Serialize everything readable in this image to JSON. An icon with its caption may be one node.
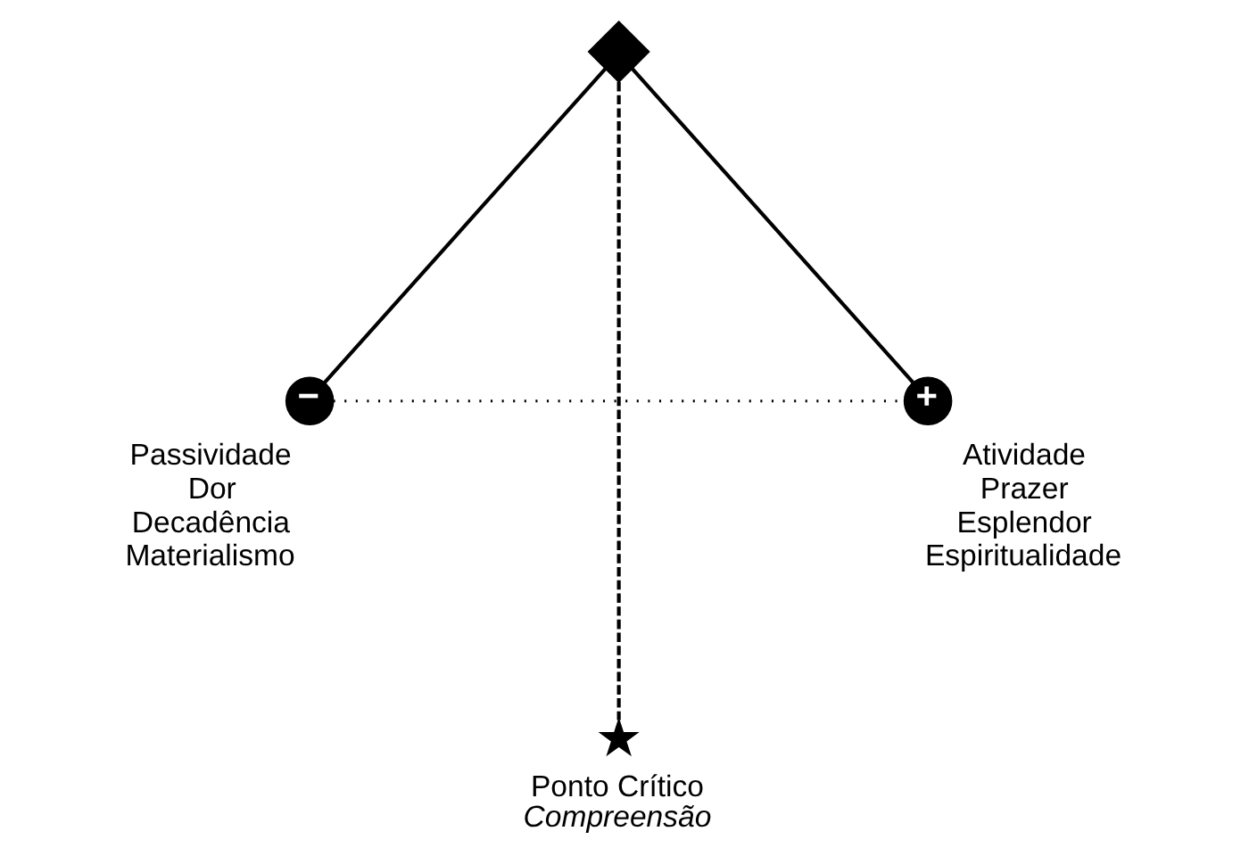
{
  "diagram": {
    "nodes": [
      {
        "text": [],
        "shape": "diamond"
      },
      {
        "text": [
          "−"
        ],
        "beside": [
          "Passividade Dor Decadência Materialismo"
        ]
      },
      {
        "text": [
          "+"
        ],
        "beside": [
          "Atividade Prazer Esplendor Espiritualidade"
        ]
      },
      {
        "text": [],
        "shape": "star",
        "beside": [
          "Ponto Crítico",
          "Compreensão"
        ]
      }
    ],
    "edges": [
      {
        "from": 0,
        "to": 1,
        "arrow": "none"
      },
      {
        "from": 0,
        "to": 3,
        "arrow": "none",
        "style": "dashed"
      },
      {
        "from": 0,
        "to": 2,
        "arrow": "none"
      },
      {
        "from": 1,
        "to": 2,
        "arrow": "none",
        "style": "dashed"
      }
    ]
  }
}
